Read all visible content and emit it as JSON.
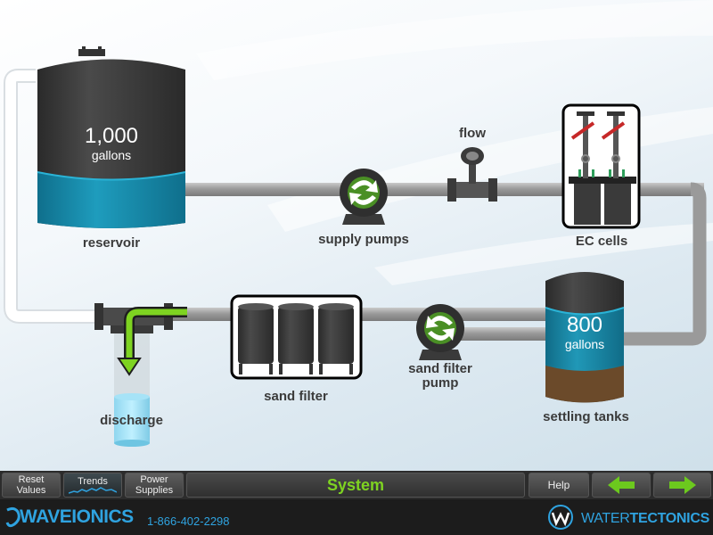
{
  "diagram": {
    "reservoir": {
      "label": "reservoir",
      "volume": "1,000",
      "unit": "gallons"
    },
    "supply_pumps": {
      "label": "supply pumps"
    },
    "flow": {
      "label": "flow"
    },
    "ec_cells": {
      "label": "EC cells"
    },
    "settling_tanks": {
      "label": "settling tanks",
      "volume": "800",
      "unit": "gallons"
    },
    "sand_filter_pump": {
      "label": "sand filter pump"
    },
    "sand_filter": {
      "label": "sand filter"
    },
    "discharge": {
      "label": "discharge"
    }
  },
  "toolbar": {
    "reset_values": "Reset Values",
    "trends": "Trends",
    "power_supplies": "Power Supplies",
    "title": "System",
    "help": "Help"
  },
  "footer": {
    "brand_left": "WAVEIONICS",
    "phone": "1-866-402-2298",
    "brand_right_1": "WATER",
    "brand_right_2": "TECTONICS"
  },
  "colors": {
    "accent_green": "#7ed321",
    "brand_blue": "#2fa3e0",
    "water": "#1a8fb0",
    "tank": "#3a3a3a"
  }
}
